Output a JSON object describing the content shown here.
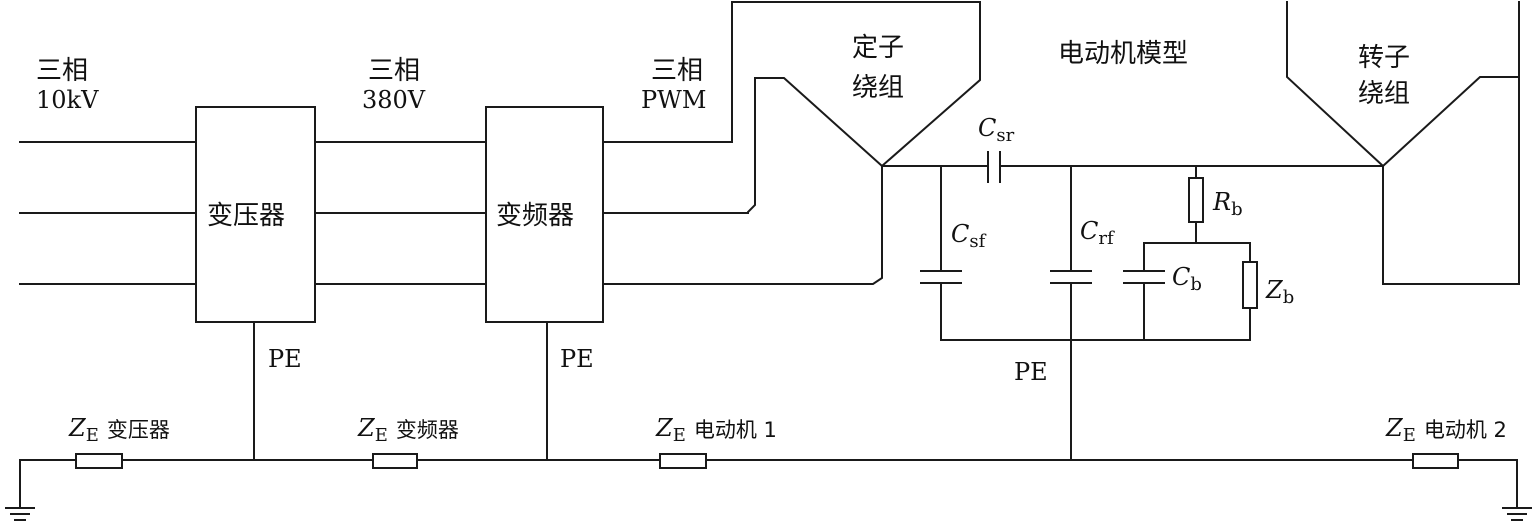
{
  "labels": {
    "input_phase": "三相",
    "input_voltage": "10kV",
    "mid_phase": "三相",
    "mid_voltage": "380V",
    "out_phase": "三相",
    "out_type": "PWM",
    "transformer": "变压器",
    "inverter": "变频器",
    "stator_line1": "定子",
    "stator_line2": "绕组",
    "motor_model": "电动机模型",
    "rotor_line1": "转子",
    "rotor_line2": "绕组",
    "pe_transformer": "PE",
    "pe_inverter": "PE",
    "pe_motor": "PE"
  },
  "components": {
    "c_sr": {
      "symbol": "C",
      "sub": "sr"
    },
    "c_sf": {
      "symbol": "C",
      "sub": "sf"
    },
    "c_rf": {
      "symbol": "C",
      "sub": "rf"
    },
    "c_b": {
      "symbol": "C",
      "sub": "b"
    },
    "r_b": {
      "symbol": "R",
      "sub": "b"
    },
    "z_b": {
      "symbol": "Z",
      "sub": "b"
    }
  },
  "ground_impedances": [
    {
      "symbol": "Z",
      "sub": "E",
      "name": "变压器"
    },
    {
      "symbol": "Z",
      "sub": "E",
      "name": "变频器"
    },
    {
      "symbol": "Z",
      "sub": "E",
      "name": "电动机 1"
    },
    {
      "symbol": "Z",
      "sub": "E",
      "name": "电动机 2"
    }
  ]
}
